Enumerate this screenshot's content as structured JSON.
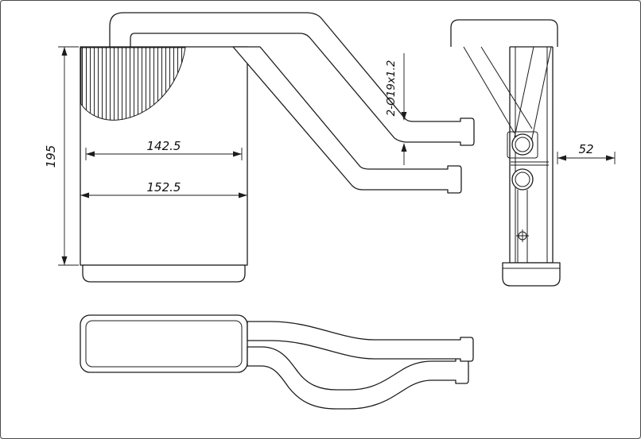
{
  "drawing": {
    "dimensions": {
      "height": "195",
      "inner_width": "142.5",
      "outer_width": "152.5",
      "pipe_spec": "2-Ø19x1.2",
      "depth": "52"
    },
    "colors": {
      "ink": "#1c1c1c",
      "background": "#ffffff",
      "border": "#4a4a4a"
    }
  }
}
